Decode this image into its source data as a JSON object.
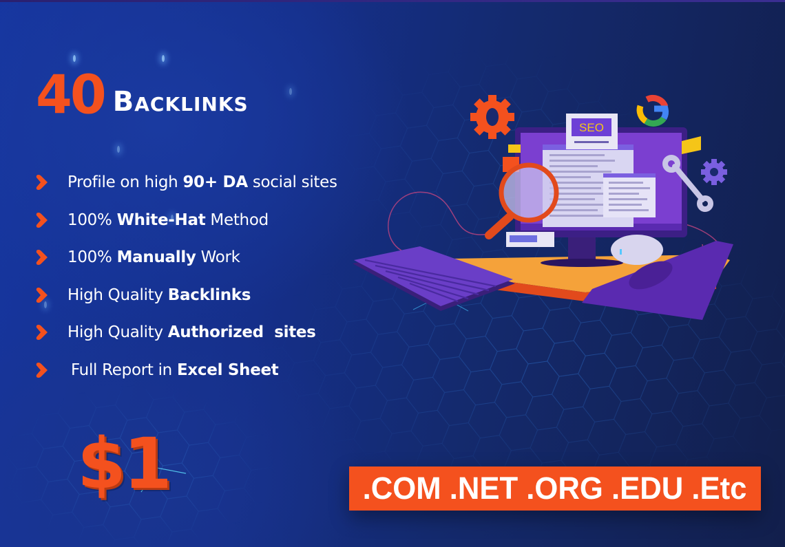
{
  "headline": {
    "number": "40",
    "word": "Backlinks"
  },
  "features": [
    {
      "pre": "Profile on high ",
      "bold": "90+ DA",
      "post": " social sites",
      "icon": "chevron-bullet-icon"
    },
    {
      "pre": "100% ",
      "bold": "White-Hat",
      "post": " Method",
      "icon": "chevron-bullet-icon"
    },
    {
      "pre": "100% ",
      "bold": "Manually",
      "post": " Work",
      "icon": "chevron-bullet-icon"
    },
    {
      "pre": "High Quality ",
      "bold": "Backlinks",
      "post": "",
      "icon": "chevron-bullet-icon"
    },
    {
      "pre": "High Quality ",
      "bold": "Authorized  sites",
      "post": "",
      "icon": "chevron-bullet-icon"
    },
    {
      "pre": "Full Report in ",
      "bold": "Excel Sheet",
      "post": "",
      "icon": "chevron-bullet-icon"
    }
  ],
  "price": "$1",
  "domains": ".COM .NET .ORG .EDU .Etc",
  "illustration": {
    "screen_label": "SEO",
    "icons": [
      "gear-icon",
      "google-logo-icon",
      "wrench-icon",
      "magnifier-icon",
      "keyboard-icon",
      "mouse-icon",
      "monitor-icon"
    ]
  },
  "colors": {
    "accent": "#f4511e",
    "background_start": "#1636a0",
    "background_end": "#121f4c",
    "text": "#ffffff",
    "purple": "#5b2bb0",
    "yellow": "#f5c518"
  }
}
